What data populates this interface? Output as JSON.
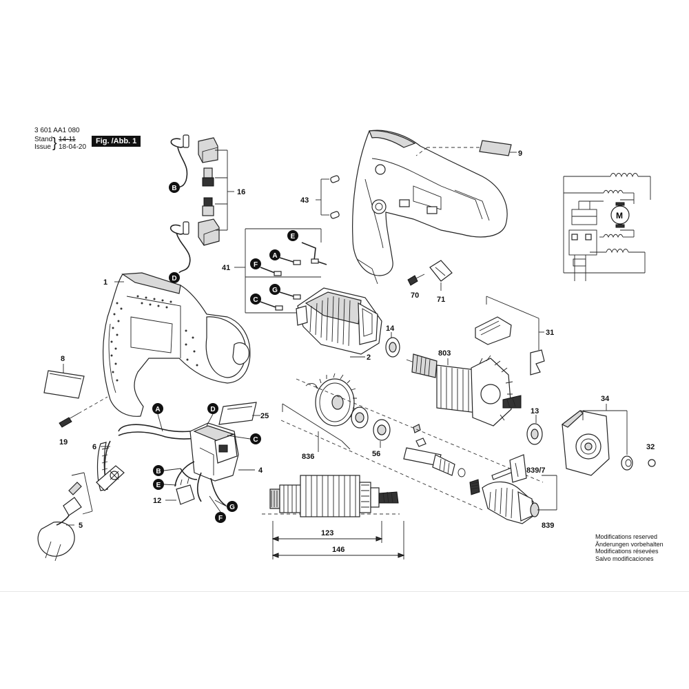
{
  "header": {
    "part_number": "3 601 AA1 080",
    "stand_label": "Stand",
    "issue_label": "Issue",
    "stand_value": "14-11",
    "issue_value": "18-04-20",
    "figure_label": "Fig. /Abb. 1"
  },
  "part_labels": {
    "p1": "1",
    "p2": "2",
    "p4": "4",
    "p5": "5",
    "p6": "6",
    "p8": "8",
    "p9": "9",
    "p12": "12",
    "p13": "13",
    "p14": "14",
    "p16": "16",
    "p19": "19",
    "p25": "25",
    "p31": "31",
    "p32": "32",
    "p34": "34",
    "p41": "41",
    "p43": "43",
    "p56": "56",
    "p70": "70",
    "p71": "71",
    "p803": "803",
    "p836": "836",
    "p839": "839",
    "p839_7": "839/7"
  },
  "callouts": {
    "a": "A",
    "b": "B",
    "c": "C",
    "d": "D",
    "e": "E",
    "f": "F",
    "g": "G"
  },
  "dimensions": {
    "inner": "123",
    "outer": "146"
  },
  "notes": [
    "Modifications reserved",
    "Änderungen vorbehalten",
    "Modifications résevées",
    "Salvo modificaciones"
  ],
  "icons": {
    "motor_symbol": "M"
  }
}
